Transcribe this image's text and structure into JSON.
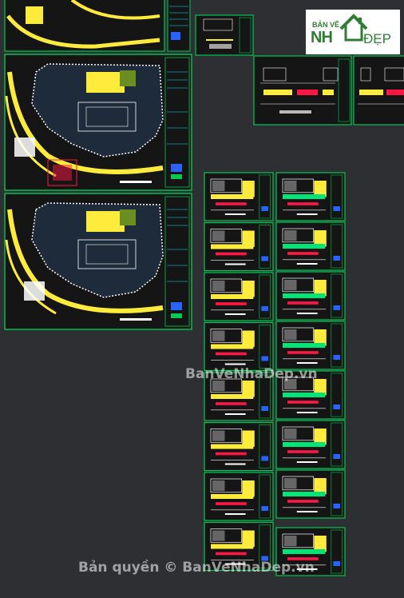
{
  "logo": {
    "top_text": "BẢN VẼ",
    "main_left": "NH",
    "main_right": "ĐẸP",
    "icon": "house-icon"
  },
  "watermarks": {
    "center": "BanVeNhaDep.vn",
    "bottom": "Bản quyền © BanVeNhaDep.vn"
  },
  "colors": {
    "background": "#2e2f33",
    "frame": "#00c853",
    "accent": "#ffeb3b",
    "highlight": "#ff1744",
    "line": "#ffffff"
  }
}
